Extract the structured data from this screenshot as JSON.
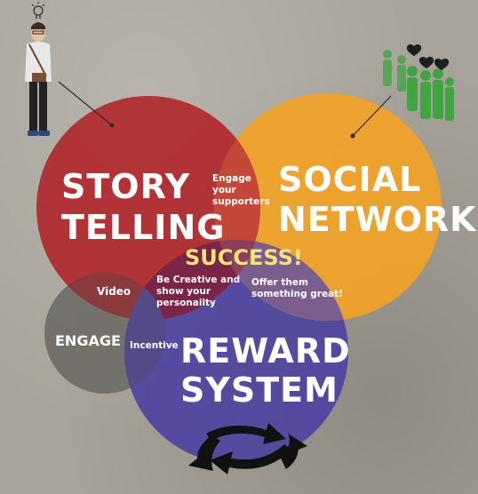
{
  "circles": {
    "story_telling": {
      "line1": "STORY",
      "line2": "TELLING",
      "color": "#b02a2e"
    },
    "social_network": {
      "line1": "SOCIAL",
      "line2": "NETWORK",
      "color": "#f2a227"
    },
    "reward_system": {
      "line1": "REWARD",
      "line2": "SYSTEM",
      "color": "#4e43a0"
    },
    "engage": {
      "label": "ENGAGE",
      "color": "#6e6c66"
    }
  },
  "intersections": {
    "story_social": {
      "line1": "Engage",
      "line2": "your",
      "line3": "supporters"
    },
    "story_reward": {
      "line1": "Be Creative and",
      "line2": "show your",
      "line3": "personailty"
    },
    "social_reward": {
      "line1": "Offer them",
      "line2": "something great!"
    },
    "story_engage": {
      "label": "Video"
    },
    "reward_engage": {
      "label": "Incentive"
    },
    "center": {
      "label": "SUCCESS!"
    }
  },
  "icons": [
    "lightbulb-icon",
    "person-icon",
    "crowd-icon",
    "heart-icon",
    "cycle-arrows-icon"
  ],
  "colors": {
    "success_text": "#f5e37a",
    "background": "#a8a39a"
  }
}
